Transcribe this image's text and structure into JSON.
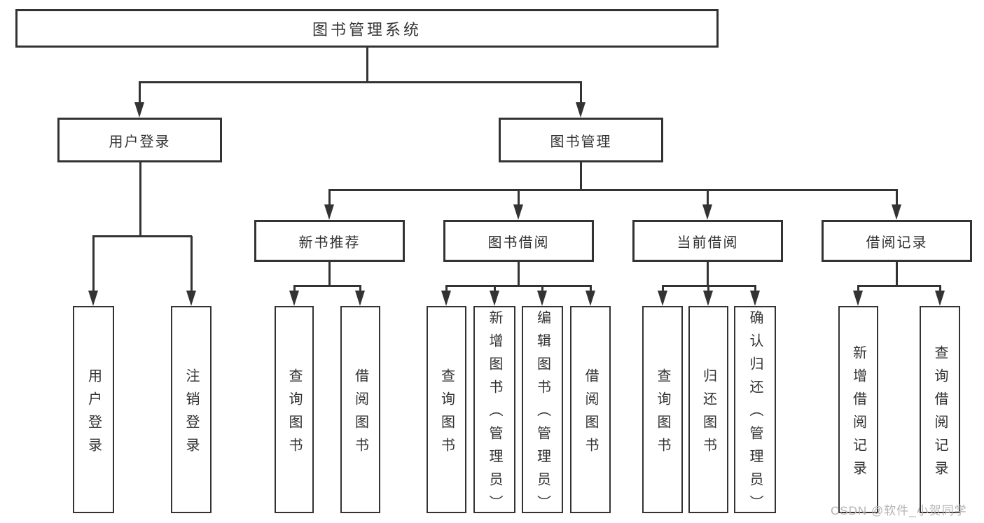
{
  "diagram": {
    "root": "图书管理系统",
    "level2": {
      "user_login": "用户登录",
      "book_mgmt": "图书管理"
    },
    "level3": {
      "new_books": "新书推荐",
      "book_borrow": "图书借阅",
      "current_borrow": "当前借阅",
      "borrow_records": "借阅记录"
    },
    "leaves": {
      "ul_login": "用户登录",
      "ul_logout": "注销登录",
      "nb_query": "查询图书",
      "nb_borrow": "借阅图书",
      "bb_query": "查询图书",
      "bb_add": "新增图书（管理员）",
      "bb_edit": "编辑图书（管理员）",
      "bb_borrow": "借阅图书",
      "cb_query": "查询图书",
      "cb_return": "归还图书",
      "cb_confirm": "确认归还（管理员）",
      "br_add": "新增借阅记录",
      "br_query": "查询借阅记录"
    }
  },
  "watermark": "CSDN @软件_小贺同学",
  "colors": {
    "line": "#333333",
    "text": "#333333",
    "watermark": "#b3b3b3",
    "background": "#ffffff"
  }
}
